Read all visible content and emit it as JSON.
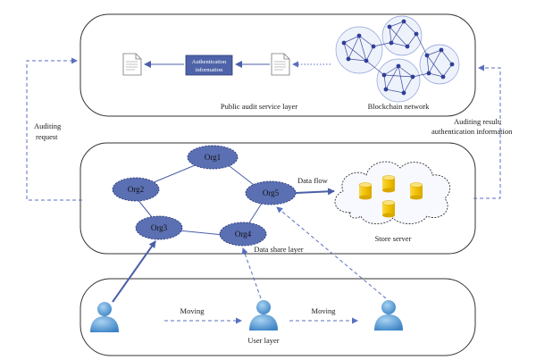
{
  "layers": {
    "audit": "Public audit service layer",
    "blockchain": "Blockchain network",
    "data_share": "Data share layer",
    "user": "User layer"
  },
  "auth_box": {
    "line1": "Authentication",
    "line2": "information"
  },
  "orgs": [
    "Org1",
    "Org2",
    "Org3",
    "Org4",
    "Org5"
  ],
  "labels": {
    "data_flow": "Data flow",
    "store_server": "Store server",
    "auditing_request_1": "Auditing",
    "auditing_request_2": "request",
    "auditing_result_1": "Auditing result:",
    "auditing_result_2": "authentication information",
    "moving_1": "Moving",
    "moving_2": "Moving"
  },
  "colors": {
    "org_fill": "#5b6fb3",
    "line": "#4a5fa8",
    "dashed": "#5a6fc0",
    "auth_box": "#4f63a8",
    "db": "#f2c200",
    "user": "#5d9fd6"
  }
}
